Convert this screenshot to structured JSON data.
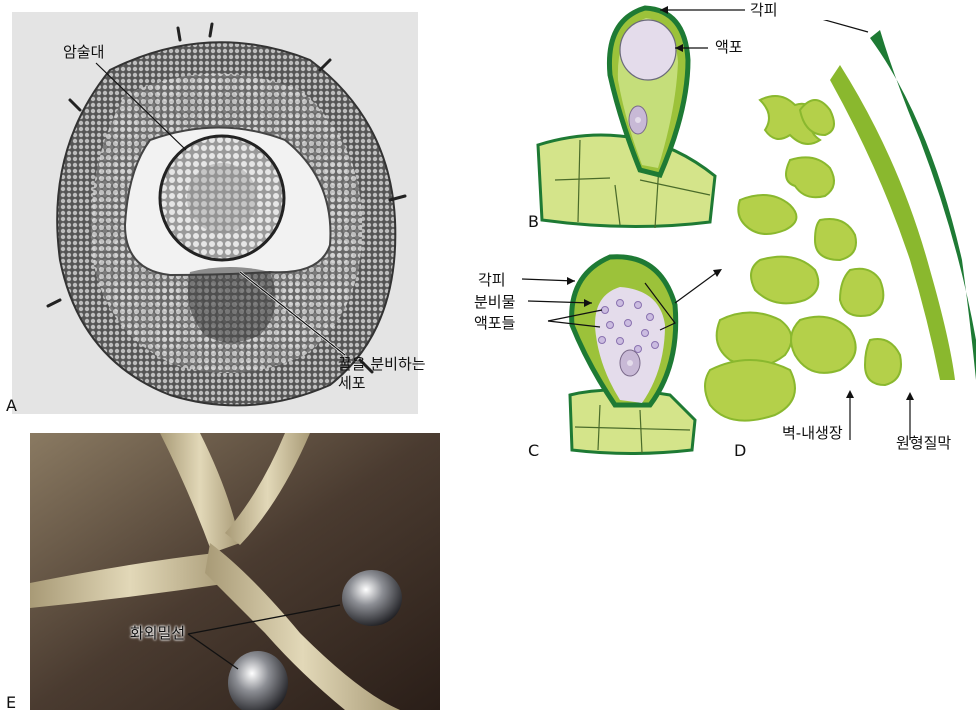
{
  "panels": {
    "A": {
      "letter": "A",
      "label_stalk": "암술대",
      "label_cells_line1": "꿀을 분비하는",
      "label_cells_line2": "세포"
    },
    "B": {
      "letter": "B",
      "label_cuticle": "각피",
      "label_vacuole": "액포"
    },
    "C": {
      "letter": "C",
      "label_cuticle": "각피",
      "label_secretion": "분비물",
      "label_vacuoles": "액포들"
    },
    "D": {
      "letter": "D",
      "label_wall": "벽-내생장",
      "label_membrane": "원형질막"
    },
    "E": {
      "letter": "E",
      "label_nectaries": "화외밀선"
    }
  },
  "colors": {
    "cuticle": "#1e7a34",
    "cell_fill": "#c8dc6e",
    "cell_light": "#e8f2b8",
    "vacuole": "#e4dceb",
    "photo_bg": "#c9c9c9",
    "leaf_dark": "#4a3b30"
  }
}
